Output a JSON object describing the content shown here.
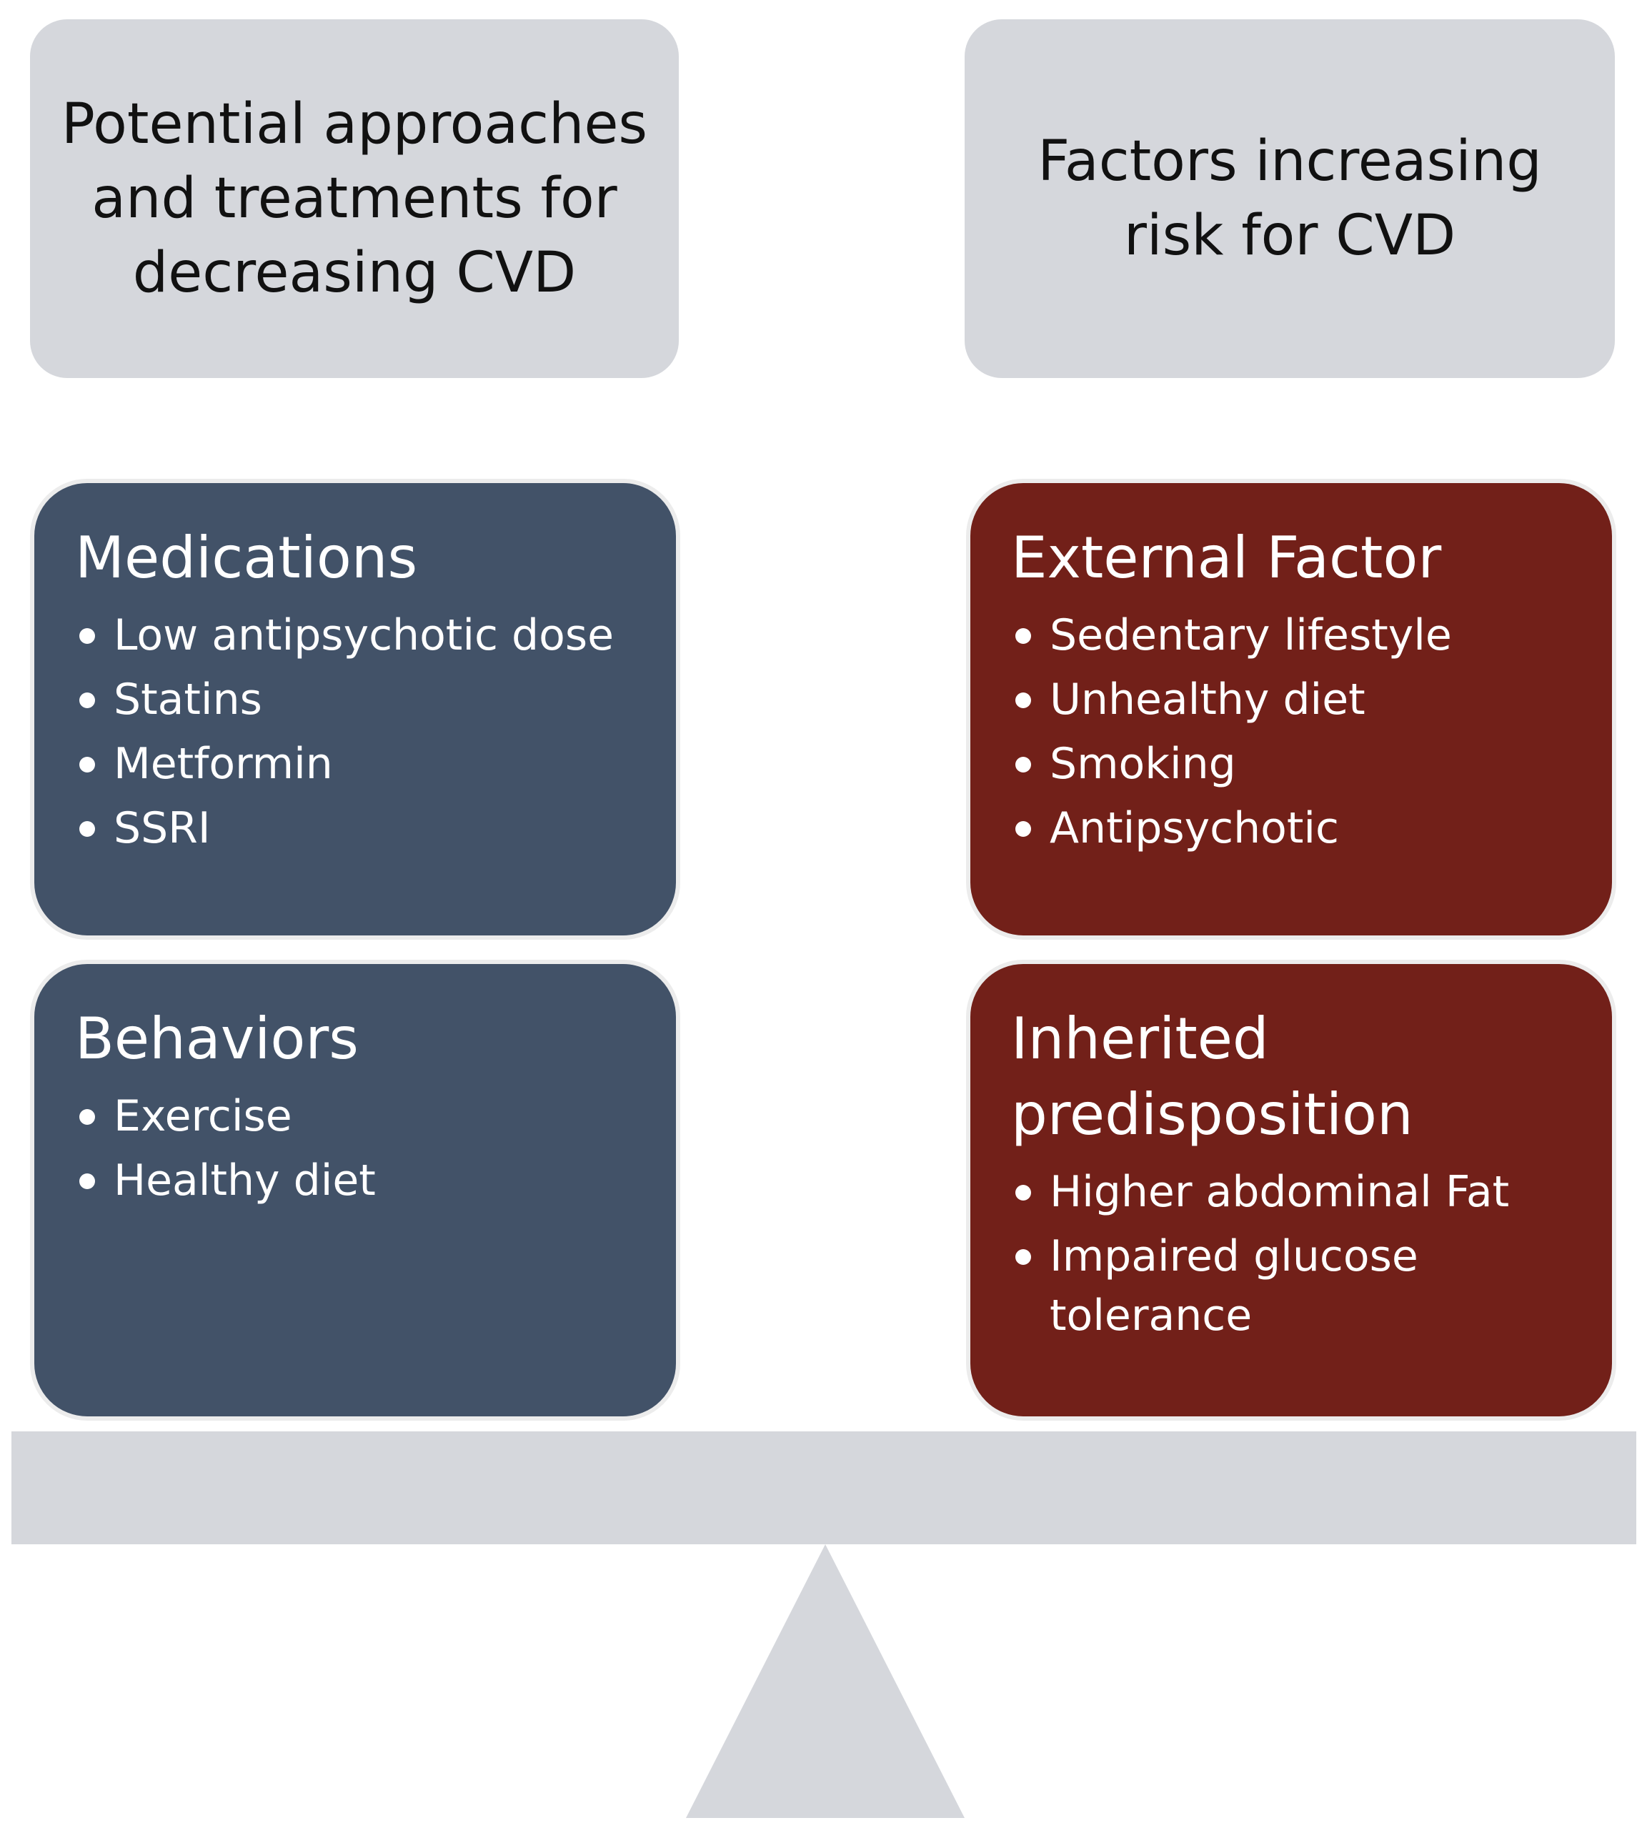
{
  "header_left": "Potential approaches\nand treatments for\ndecreasing CVD",
  "header_right": "Factors increasing\nrisk for CVD",
  "medications": {
    "title": "Medications",
    "items": [
      "Low antipsychotic dose",
      "Statins",
      "Metformin",
      "SSRI"
    ]
  },
  "behaviors": {
    "title": "Behaviors",
    "items": [
      "Exercise",
      "Healthy diet"
    ]
  },
  "external_factor": {
    "title": "External Factor",
    "items": [
      "Sedentary lifestyle",
      "Unhealthy diet",
      "Smoking",
      "Antipsychotic"
    ]
  },
  "inherited_predisposition": {
    "title": "Inherited\npredisposition",
    "items": [
      "Higher abdominal Fat",
      "Impaired glucose\ntolerance"
    ]
  },
  "colors": {
    "header_bg": "#d5d7dc",
    "treatment_box": "#425268",
    "risk_box": "#722019",
    "balance": "#d5d7dc"
  }
}
